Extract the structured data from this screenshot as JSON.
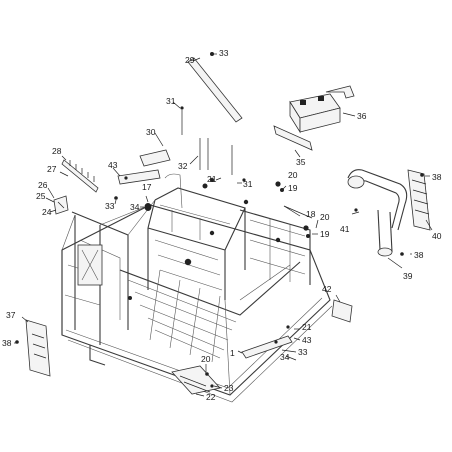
{
  "diagram": {
    "labels": {
      "l1": "1",
      "l17": "17",
      "l18": "18",
      "l19a": "19",
      "l19b": "19",
      "l20a": "20",
      "l20b": "20",
      "l20c": "20",
      "l21a": "21",
      "l21b": "21",
      "l22": "22",
      "l23": "23",
      "l24": "24",
      "l25": "25",
      "l26": "26",
      "l27": "27",
      "l28": "28",
      "l29": "29",
      "l30": "30",
      "l31a": "31",
      "l31b": "31",
      "l32": "32",
      "l33a": "33",
      "l33b": "33",
      "l33c": "33",
      "l34a": "34",
      "l34b": "34",
      "l35": "35",
      "l36": "36",
      "l37": "37",
      "l38a": "38",
      "l38b": "38",
      "l38c": "38",
      "l39": "39",
      "l40": "40",
      "l41": "41",
      "l42": "42",
      "l43a": "43",
      "l43b": "43"
    }
  }
}
